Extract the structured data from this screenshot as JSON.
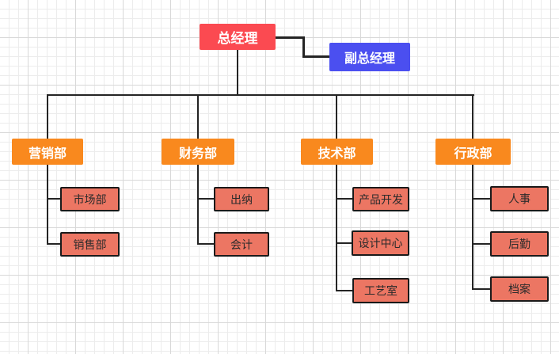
{
  "org": {
    "root": {
      "label": "总经理"
    },
    "deputy": {
      "label": "副总经理"
    },
    "departments": [
      {
        "label": "营销部",
        "children": [
          {
            "label": "市场部"
          },
          {
            "label": "销售部"
          }
        ]
      },
      {
        "label": "财务部",
        "children": [
          {
            "label": "出纳"
          },
          {
            "label": "会计"
          }
        ]
      },
      {
        "label": "技术部",
        "children": [
          {
            "label": "产品开发"
          },
          {
            "label": "设计中心"
          },
          {
            "label": "工艺室"
          }
        ]
      },
      {
        "label": "行政部",
        "children": [
          {
            "label": "人事"
          },
          {
            "label": "后勤"
          },
          {
            "label": "档案"
          }
        ]
      }
    ]
  },
  "colors": {
    "canvas_bg": "#ffffff",
    "grid_minor": "#ececec",
    "grid_major": "#d8d8d8",
    "root_bg": "#fb4a51",
    "deputy_bg": "#4b4ff0",
    "dept_bg": "#f9891e",
    "sub_bg": "#ec7663",
    "sub_border": "#1a1a1a",
    "sub_text": "#2b2b2b",
    "line": "#242424"
  }
}
